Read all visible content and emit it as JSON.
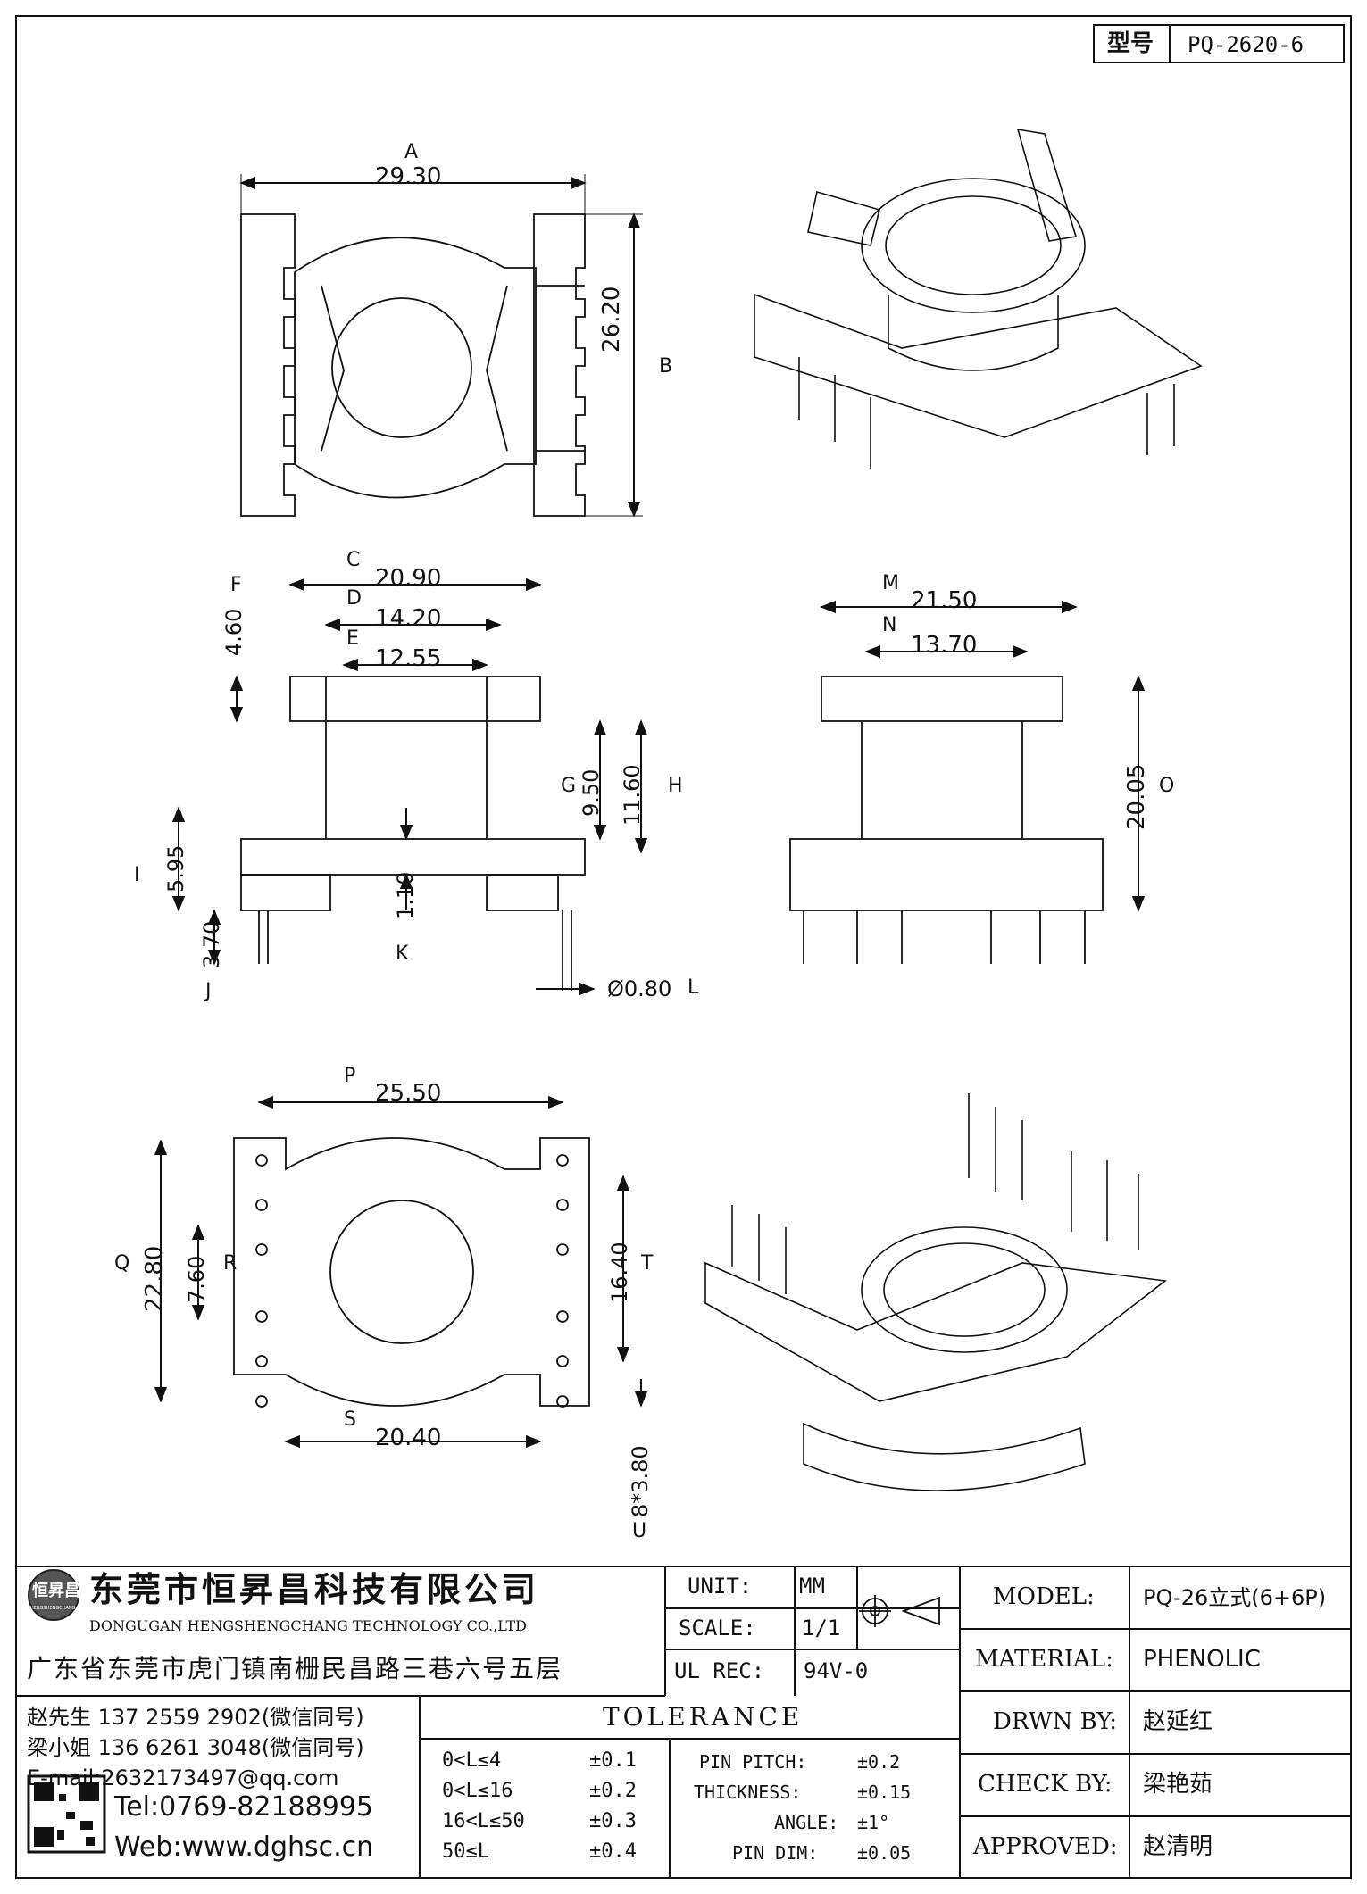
{
  "model_box": {
    "label": "型号",
    "value": "PQ-2620-6"
  },
  "dims": {
    "A": {
      "letter": "A",
      "value": "29.30"
    },
    "B": {
      "letter": "B",
      "value": "26.20"
    },
    "C": {
      "letter": "C",
      "value": "20.90"
    },
    "D": {
      "letter": "D",
      "value": "14.20"
    },
    "E": {
      "letter": "E",
      "value": "12.55"
    },
    "F": {
      "letter": "F",
      "value": "4.60"
    },
    "G": {
      "letter": "G",
      "value": "9.50"
    },
    "H": {
      "letter": "H",
      "value": "11.60"
    },
    "I": {
      "letter": "I",
      "value": "5.95"
    },
    "J": {
      "letter": "J",
      "value": "3.70"
    },
    "K": {
      "letter": "K",
      "value": "1.10"
    },
    "L": {
      "letter": "L",
      "value": "Ø0.80"
    },
    "M": {
      "letter": "M",
      "value": "21.50"
    },
    "N": {
      "letter": "N",
      "value": "13.70"
    },
    "O": {
      "letter": "O",
      "value": "20.05"
    },
    "P": {
      "letter": "P",
      "value": "25.50"
    },
    "Q": {
      "letter": "Q",
      "value": "22.80"
    },
    "R": {
      "letter": "R",
      "value": "7.60"
    },
    "S": {
      "letter": "S",
      "value": "20.40"
    },
    "T": {
      "letter": "T",
      "value": "16.40"
    },
    "U": {
      "letter": "U",
      "value": "8*3.80"
    }
  },
  "company": {
    "logo_text": "恒昇昌",
    "logo_sub": "HENGSHENGCHANG",
    "name_cn": "东莞市恒昇昌科技有限公司",
    "name_en": "DONGUGAN HENGSHENGCHANG TECHNOLOGY CO.,LTD",
    "address": "广东省东莞市虎门镇南栅民昌路三巷六号五层"
  },
  "specs": {
    "unit_label": "UNIT:",
    "unit_value": "MM",
    "scale_label": "SCALE:",
    "scale_value": "1/1",
    "ulrec_label": "UL REC:",
    "ulrec_value": "94V-0"
  },
  "title_block": {
    "model_label": "MODEL:",
    "model_value": "PQ-26立式(6+6P)",
    "material_label": "MATERIAL:",
    "material_value": "PHENOLIC",
    "drawn_label": "DRWN BY:",
    "drawn_value": "赵延红",
    "check_label": "CHECK BY:",
    "check_value": "梁艳茹",
    "approved_label": "APPROVED:",
    "approved_value": "赵清明"
  },
  "contacts": {
    "c1": "赵先生 137 2559 2902(微信同号)",
    "c2": "梁小姐 136 6261 3048(微信同号)",
    "email": "E-mail:2632173497@qq.com",
    "tel": "Tel:0769-82188995",
    "web": "Web:www.dghsc.cn"
  },
  "tolerance": {
    "title": "TOLERANCE",
    "rows": [
      {
        "range": "0<L≤4",
        "tol": "±0.1"
      },
      {
        "range": "0<L≤16",
        "tol": "±0.2"
      },
      {
        "range": "16<L≤50",
        "tol": "±0.3"
      },
      {
        "range": "50≤L",
        "tol": "±0.4"
      }
    ],
    "extra": [
      {
        "label": "PIN PITCH:",
        "tol": "±0.2"
      },
      {
        "label": "THICKNESS:",
        "tol": "±0.15"
      },
      {
        "label": "ANGLE:",
        "tol": "±1°"
      },
      {
        "label": "PIN DIM:",
        "tol": "±0.05"
      }
    ]
  }
}
